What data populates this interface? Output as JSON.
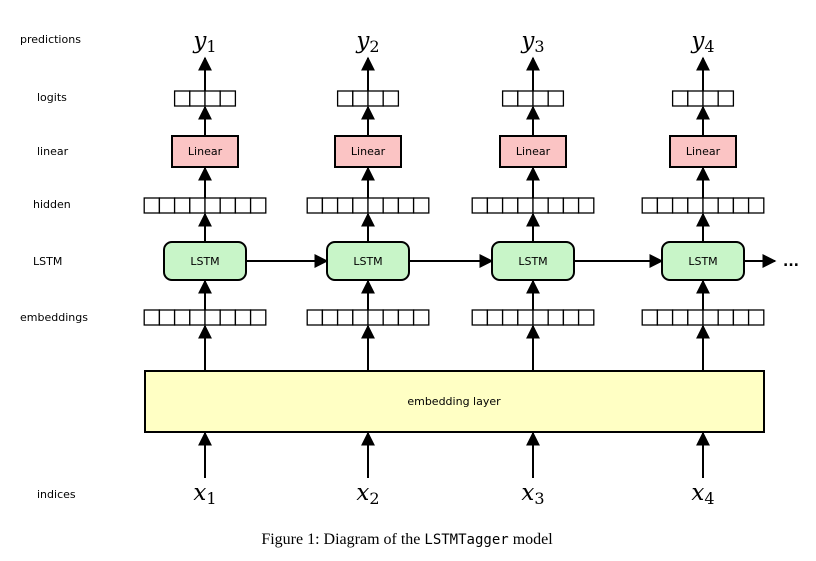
{
  "row_labels": {
    "predictions": "predictions",
    "logits": "logits",
    "linear": "linear",
    "hidden": "hidden",
    "lstm": "LSTM",
    "embeddings": "embeddings",
    "indices": "indices"
  },
  "columns": [
    {
      "output_var": "y",
      "output_sub": "1",
      "input_var": "x",
      "input_sub": "1",
      "linear_label": "Linear",
      "lstm_label": "LSTM"
    },
    {
      "output_var": "y",
      "output_sub": "2",
      "input_var": "x",
      "input_sub": "2",
      "linear_label": "Linear",
      "lstm_label": "LSTM"
    },
    {
      "output_var": "y",
      "output_sub": "3",
      "input_var": "x",
      "input_sub": "3",
      "linear_label": "Linear",
      "lstm_label": "LSTM"
    },
    {
      "output_var": "y",
      "output_sub": "4",
      "input_var": "x",
      "input_sub": "4",
      "linear_label": "Linear",
      "lstm_label": "LSTM"
    }
  ],
  "embedding_layer_label": "embedding layer",
  "continuation": "...",
  "caption": {
    "prefix": "Figure 1: Diagram of the ",
    "code": "LSTMTagger",
    "suffix": " model"
  },
  "colors": {
    "linear_fill": "#fbc4c4",
    "lstm_fill": "#c8f5c8",
    "embedding_fill": "#ffffc4",
    "stroke": "#000000"
  }
}
